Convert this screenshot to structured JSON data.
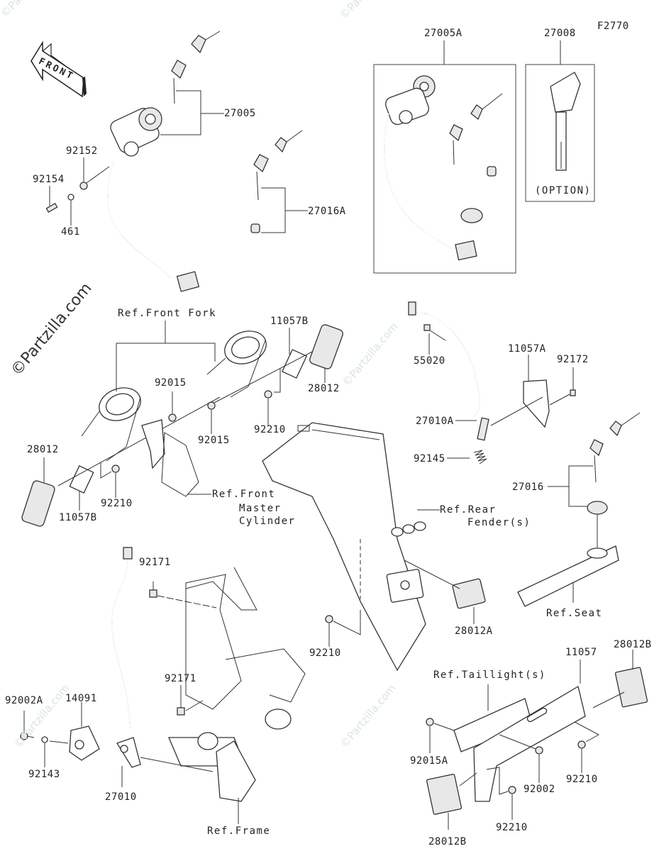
{
  "diagram": {
    "figure_code": "F2770",
    "front_arrow_label": "FRONT",
    "watermarks": [
      "©Partzilla.com",
      "©Partzilla.com",
      "©Partzilla.com",
      "©Partzilla.com",
      "©Partzilla.com",
      "©Partzilla.com"
    ],
    "kit_boxes": {
      "ignition_kit": {
        "part": "27005A"
      },
      "option_key": {
        "part": "27008",
        "note": "(OPTION)"
      }
    },
    "callouts": [
      {
        "id": "c27005",
        "text": "27005"
      },
      {
        "id": "c92152",
        "text": "92152"
      },
      {
        "id": "c92154",
        "text": "92154"
      },
      {
        "id": "c461",
        "text": "461"
      },
      {
        "id": "c27016A",
        "text": "27016A"
      },
      {
        "id": "c27005A",
        "text": "27005A"
      },
      {
        "id": "c27008",
        "text": "27008"
      },
      {
        "id": "cRefFrontFork",
        "text": "Ref.Front Fork"
      },
      {
        "id": "c11057B_top",
        "text": "11057B"
      },
      {
        "id": "c92015_a",
        "text": "92015"
      },
      {
        "id": "c92015_b",
        "text": "92015"
      },
      {
        "id": "c92210_a",
        "text": "92210"
      },
      {
        "id": "c28012_right",
        "text": "28012"
      },
      {
        "id": "c28012_left",
        "text": "28012"
      },
      {
        "id": "c11057B_bottom",
        "text": "11057B"
      },
      {
        "id": "c92210_b",
        "text": "92210"
      },
      {
        "id": "cRefFrontMaster1",
        "text": "Ref.Front"
      },
      {
        "id": "cRefFrontMaster2",
        "text": "Master"
      },
      {
        "id": "cRefFrontMaster3",
        "text": "Cylinder"
      },
      {
        "id": "c55020",
        "text": "55020"
      },
      {
        "id": "c11057A",
        "text": "11057A"
      },
      {
        "id": "c92172",
        "text": "92172"
      },
      {
        "id": "c27010A",
        "text": "27010A"
      },
      {
        "id": "c92145",
        "text": "92145"
      },
      {
        "id": "c27016",
        "text": "27016"
      },
      {
        "id": "cRefRearFender1",
        "text": "Ref.Rear"
      },
      {
        "id": "cRefRearFender2",
        "text": "Fender(s)"
      },
      {
        "id": "cRefSeat",
        "text": "Ref.Seat"
      },
      {
        "id": "c28012A",
        "text": "28012A"
      },
      {
        "id": "c92210_c",
        "text": "92210"
      },
      {
        "id": "c92171_a",
        "text": "92171"
      },
      {
        "id": "c92171_b",
        "text": "92171"
      },
      {
        "id": "c92002A",
        "text": "92002A"
      },
      {
        "id": "c14091",
        "text": "14091"
      },
      {
        "id": "c92143",
        "text": "92143"
      },
      {
        "id": "c27010",
        "text": "27010"
      },
      {
        "id": "cRefFrame",
        "text": "Ref.Frame"
      },
      {
        "id": "cRefTaillight",
        "text": "Ref.Taillight(s)"
      },
      {
        "id": "c11057",
        "text": "11057"
      },
      {
        "id": "c28012B_top",
        "text": "28012B"
      },
      {
        "id": "c92015A",
        "text": "92015A"
      },
      {
        "id": "c92002",
        "text": "92002"
      },
      {
        "id": "c92210_d",
        "text": "92210"
      },
      {
        "id": "c92210_e",
        "text": "92210"
      },
      {
        "id": "c28012B_bottom",
        "text": "28012B"
      }
    ]
  }
}
